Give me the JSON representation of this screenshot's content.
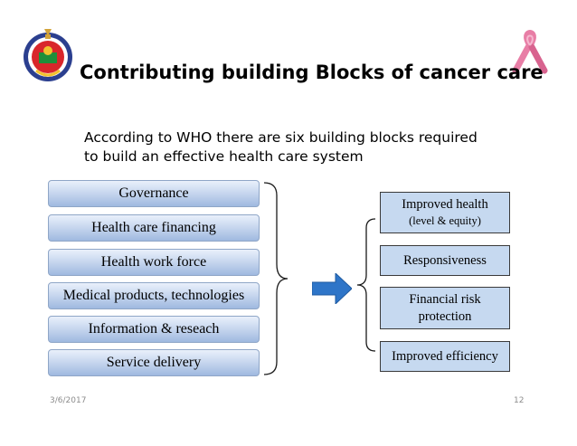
{
  "slide": {
    "title": "Contributing building Blocks of cancer care",
    "intro_line1": "According to WHO there are six building blocks required",
    "intro_line2": "to build an effective health care system"
  },
  "building_blocks": [
    "Governance",
    "Health care financing",
    "Health work force",
    "Medical products, technologies",
    "Information & reseach",
    "Service delivery"
  ],
  "outcomes": {
    "improved_health": {
      "line1": "Improved health",
      "line2": "(level & equity)"
    },
    "responsiveness": "Responsiveness",
    "financial_risk": {
      "line1": "Financial risk",
      "line2": "protection"
    },
    "improved_efficiency": "Improved efficiency"
  },
  "footer": {
    "date": "3/6/2017",
    "page": "12"
  },
  "colors": {
    "arrow": "#2e75c8",
    "block_gradient_top": "#e9f0fb",
    "block_gradient_bottom": "#9fb9e0",
    "outcome_fill": "#c6d9f0"
  },
  "icons": {
    "left_logo": "ministry-of-health-logo",
    "right_logo": "pink-ribbon-icon"
  }
}
